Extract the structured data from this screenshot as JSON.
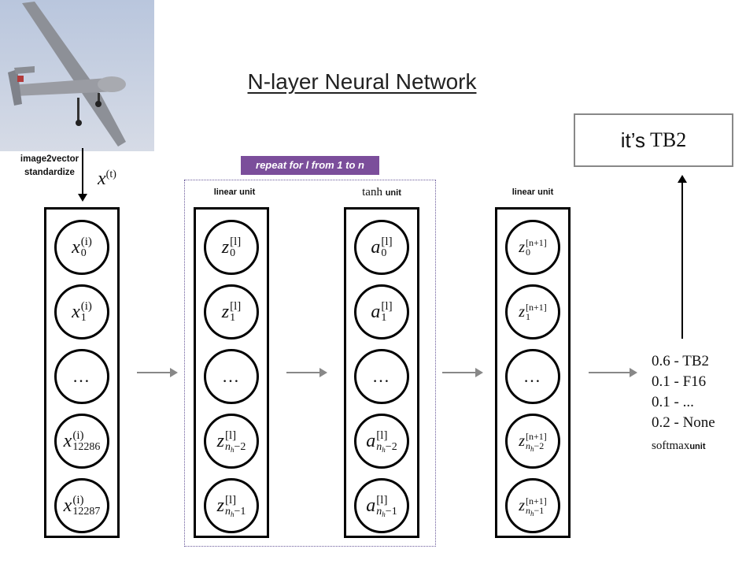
{
  "title": "N-layer Neural Network",
  "preprocess": {
    "line1": "image2vector",
    "line2": "standardize"
  },
  "input_symbol": {
    "base": "x",
    "sup": "(t)"
  },
  "repeat_label": "repeat for l from 1 to n",
  "units": {
    "linear1": "linear unit",
    "tanh_main": "tanh",
    "tanh_suffix": "unit",
    "linear2": "linear unit",
    "softmax_main": "softmax",
    "softmax_suffix": "unit"
  },
  "input_layer": [
    {
      "base": "x",
      "sup": "(i)",
      "sub": "0"
    },
    {
      "base": "x",
      "sup": "(i)",
      "sub": "1"
    },
    {
      "ellipsis": "…"
    },
    {
      "base": "x",
      "sup": "(i)",
      "sub": "12286"
    },
    {
      "base": "x",
      "sup": "(i)",
      "sub": "12287"
    }
  ],
  "linear_layer": [
    {
      "base": "z",
      "sup": "[l]",
      "sub": "0"
    },
    {
      "base": "z",
      "sup": "[l]",
      "sub": "1"
    },
    {
      "ellipsis": "…"
    },
    {
      "base": "z",
      "sup": "[l]",
      "sub": "n",
      "subsub": "h",
      "subtail": "−2"
    },
    {
      "base": "z",
      "sup": "[l]",
      "sub": "n",
      "subsub": "h",
      "subtail": "−1"
    }
  ],
  "tanh_layer": [
    {
      "base": "a",
      "sup": "[l]",
      "sub": "0"
    },
    {
      "base": "a",
      "sup": "[l]",
      "sub": "1"
    },
    {
      "ellipsis": "…"
    },
    {
      "base": "a",
      "sup": "[l]",
      "sub": "n",
      "subsub": "h",
      "subtail": "−2"
    },
    {
      "base": "a",
      "sup": "[l]",
      "sub": "n",
      "subsub": "h",
      "subtail": "−1"
    }
  ],
  "output_linear_layer": [
    {
      "base": "z",
      "sup": "[n+1]",
      "sub": "0"
    },
    {
      "base": "z",
      "sup": "[n+1]",
      "sub": "1"
    },
    {
      "ellipsis": "…"
    },
    {
      "base": "z",
      "sup": "[n+1]",
      "sub": "n",
      "subsub": "h",
      "subtail": "−2"
    },
    {
      "base": "z",
      "sup": "[n+1]",
      "sub": "n",
      "subsub": "h",
      "subtail": "−1"
    }
  ],
  "probabilities": [
    "0.6 - TB2",
    "0.1 - F16",
    "0.1 - ...",
    "0.2 - None"
  ],
  "output": {
    "prefix": "it’s",
    "label": "TB2"
  }
}
